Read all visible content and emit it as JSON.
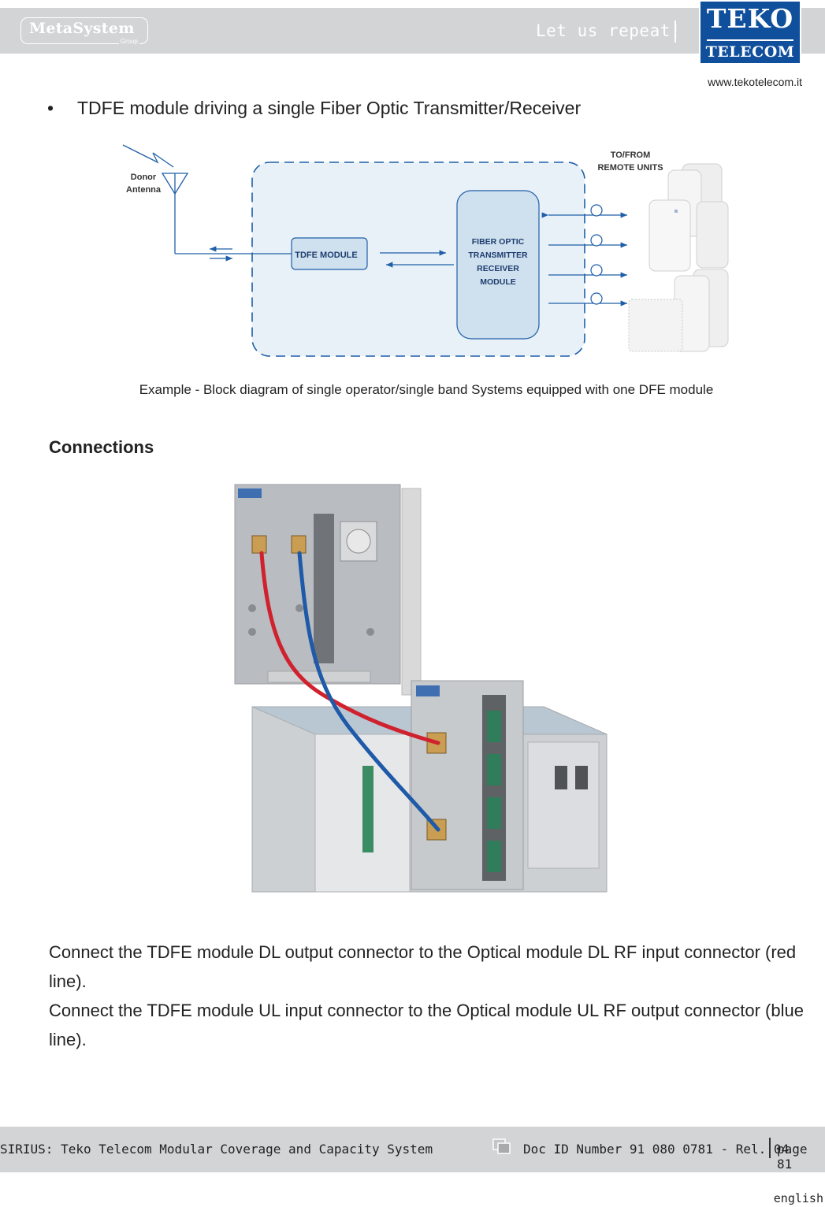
{
  "header": {
    "metasystem_logo": "MetaSystem",
    "metasystem_group": "Group",
    "tagline": "Let us repeat!",
    "teko_logo_top": "TEKO",
    "teko_logo_bottom": "TELECOM",
    "website": "www.tekotelecom.it"
  },
  "bullet": {
    "marker": "•",
    "text": "TDFE module driving a single Fiber Optic Transmitter/Receiver"
  },
  "diagram": {
    "donor_antenna": [
      "Donor",
      "Antenna"
    ],
    "to_from": [
      "TO/FROM",
      "REMOTE UNITS"
    ],
    "tdfe_module": "TDFE MODULE",
    "fiber_module": [
      "FIBER OPTIC",
      "TRANSMITTER",
      "RECEIVER",
      "MODULE"
    ],
    "colors": {
      "blue_line": "#1f5fa8",
      "module_fill": "#cfe0ef",
      "system_fill": "#e9f1f8"
    }
  },
  "caption": "Example - Block diagram of single operator/single band Systems equipped with one DFE module",
  "section_title": "Connections",
  "cables": {
    "dl_color": "#d0222e",
    "ul_color": "#1e5aa8"
  },
  "paragraphs": [
    "Connect the TDFE module DL output connector to the Optical module DL RF input connector (red line).",
    "Connect the TDFE module UL input connector to the Optical module UL RF output connector (blue line)."
  ],
  "footer": {
    "title": "SIRIUS: Teko Telecom Modular Coverage and Capacity System",
    "doc_id": "Doc ID Number 91 080 0781 - Rel. 04",
    "page": "page 81",
    "icon": "copy-pages-icon"
  },
  "language": "english"
}
